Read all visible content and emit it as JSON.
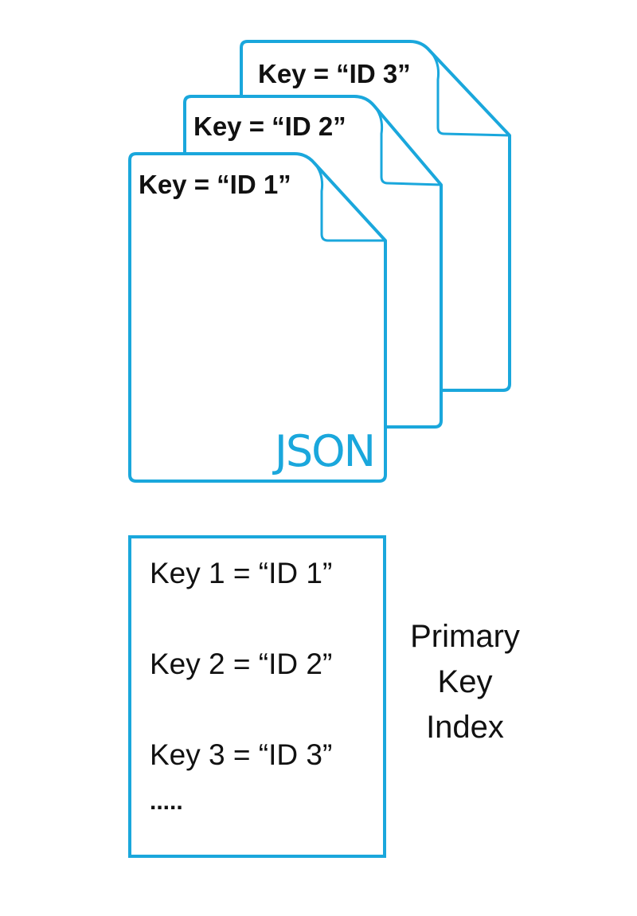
{
  "colors": {
    "accent": "#1aa7dc",
    "text": "#111111",
    "background": "#ffffff"
  },
  "documents": [
    {
      "label": "Key = “ID 3”"
    },
    {
      "label": "Key = “ID 2”"
    },
    {
      "label": "Key = “ID 1”"
    }
  ],
  "front_doc_badge": "JSON",
  "index": {
    "entries": [
      "Key 1 = “ID 1”",
      "Key 2 = “ID 2”",
      "Key 3 = “ID 3”"
    ],
    "ellipsis": ".....",
    "caption_lines": [
      "Primary",
      "Key",
      "Index"
    ]
  }
}
